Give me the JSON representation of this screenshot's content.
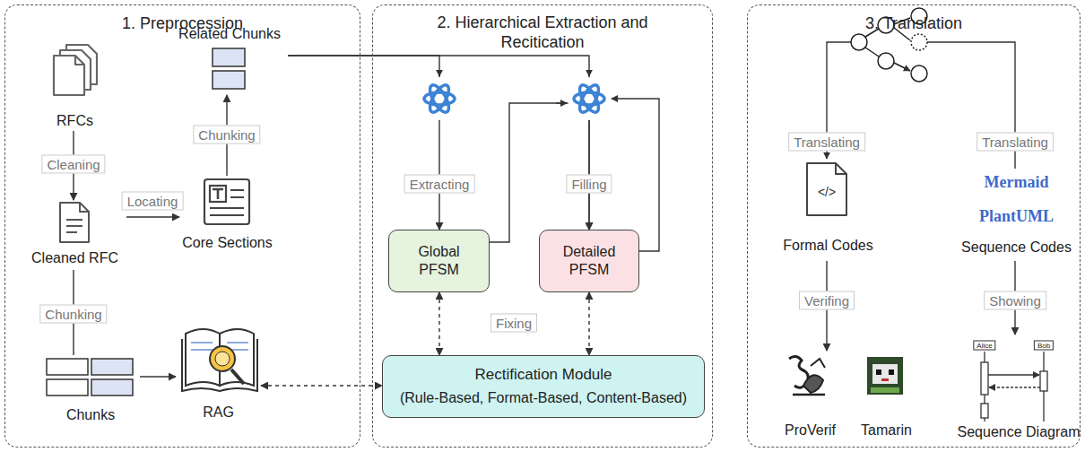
{
  "diagram": {
    "nodes": [
      {
        "text": [
          "1. Preprocession"
        ]
      },
      {
        "text": [
          "RFCs"
        ],
        "in": 0
      },
      {
        "text": [
          "Related Chunks"
        ],
        "in": 0
      },
      {
        "text": [
          "Cleaned RFC"
        ],
        "in": 0
      },
      {
        "text": [
          "Core Sections"
        ],
        "in": 0
      },
      {
        "text": [
          "Chunks"
        ],
        "in": 0
      },
      {
        "text": [
          "RAG"
        ],
        "in": 0
      },
      {
        "text": [
          "2. Hierarchical Extraction and Recitication"
        ]
      },
      {
        "text": [
          "Global PFSM"
        ],
        "in": 7
      },
      {
        "text": [
          "Detailed PFSM"
        ],
        "in": 7
      },
      {
        "text": [
          "Rectification Module",
          "(Rule-Based, Format-Based, Content-Based)"
        ],
        "in": 7
      },
      {
        "text": [
          "3. Translation"
        ]
      },
      {
        "text": [
          "Formal Codes"
        ],
        "in": 11
      },
      {
        "text": [
          "Mermaid",
          "PlantUML",
          "Sequence Codes"
        ],
        "in": 11
      },
      {
        "text": [
          "ProVerif"
        ],
        "in": 11
      },
      {
        "text": [
          "Tamarin"
        ],
        "in": 11
      },
      {
        "text": [
          "Sequence Diagram"
        ],
        "in": 11
      }
    ],
    "edges": [
      {
        "from": 1,
        "to": 3,
        "arrow": "to",
        "label": "Cleaning"
      },
      {
        "from": 3,
        "to": 4,
        "arrow": "to",
        "label": "Locating"
      },
      {
        "from": 4,
        "to": 2,
        "arrow": "to",
        "label": "Chunking"
      },
      {
        "from": 3,
        "to": 5,
        "arrow": "none",
        "label": "Chunking"
      },
      {
        "from": 5,
        "to": 6,
        "arrow": "to"
      },
      {
        "from": 6,
        "to": 10,
        "arrow": "both"
      },
      {
        "from": 2,
        "to": 8,
        "arrow": "to",
        "label": "Extracting"
      },
      {
        "from": 2,
        "to": 9,
        "arrow": "to",
        "label": "Filling"
      },
      {
        "from": 8,
        "to": 9,
        "arrow": "to"
      },
      {
        "from": 8,
        "to": 10,
        "arrow": "both"
      },
      {
        "from": 9,
        "to": 10,
        "arrow": "both"
      },
      {
        "from": 12,
        "to": 14,
        "arrow": "to",
        "label": "Verifing"
      },
      {
        "from": 13,
        "to": 16,
        "arrow": "to",
        "label": "Showing"
      }
    ],
    "labels": [
      "Fixing",
      "Translating",
      "Translating",
      "</>",
      "Alice",
      "Bob"
    ]
  }
}
